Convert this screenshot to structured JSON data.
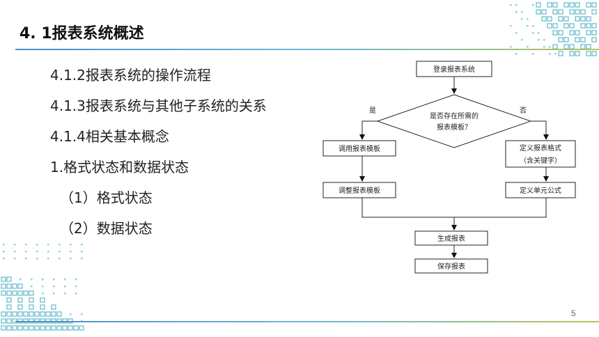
{
  "slide": {
    "title": "4. 1报表系统概述",
    "page_number": "5"
  },
  "bullets": [
    "4.1.2报表系统的操作流程",
    "4.1.3报表系统与其他子系统的关系",
    "4.1.4相关基本概念",
    "1.格式状态和数据状态",
    "（1）格式状态",
    "（2）数据状态"
  ],
  "flowchart": {
    "login": "登录报表系统",
    "decision_line1": "是否存在所需的",
    "decision_line2": "报表模板？",
    "yes_label": "是",
    "no_label": "否",
    "call_template": "调用报表模板",
    "adjust_template": "调整报表模板",
    "define_format_line1": "定义报表格式",
    "define_format_line2": "（含关键字）",
    "define_formula": "定义单元公式",
    "generate": "生成报表",
    "save": "保存报表"
  },
  "colors": {
    "accent_blue": "#4a8fc9",
    "accent_cyan": "#6bb8d9",
    "accent_olive": "#b9c25a",
    "deco_teal": "#5fb9c9"
  }
}
